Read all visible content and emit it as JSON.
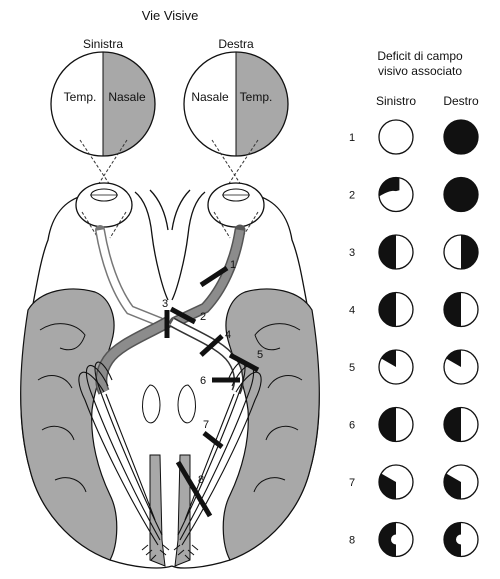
{
  "title": "Vie Visive",
  "fields": {
    "left": {
      "label": "Sinistra",
      "temporal": "Temp.",
      "nasal": "Nasale"
    },
    "right": {
      "label": "Destra",
      "nasal": "Nasale",
      "temporal": "Temp."
    }
  },
  "lesion_numbers": [
    "1",
    "2",
    "3",
    "4",
    "5",
    "6",
    "7",
    "8"
  ],
  "deficit_panel": {
    "title_line1": "Deficit di campo",
    "title_line2": "visivo associato",
    "col_left": "Sinistro",
    "col_right": "Destro",
    "rows": [
      {
        "label": "1",
        "left": "intact",
        "right": "full"
      },
      {
        "label": "2",
        "left": "upper-quadrant-partial",
        "right": "full"
      },
      {
        "label": "3",
        "left": "left-half",
        "right": "right-half"
      },
      {
        "label": "4",
        "left": "left-half",
        "right": "left-half"
      },
      {
        "label": "5",
        "left": "upper-left-quadrant",
        "right": "upper-left-quadrant"
      },
      {
        "label": "6",
        "left": "left-half",
        "right": "left-half"
      },
      {
        "label": "7",
        "left": "lower-left-quadrant",
        "right": "lower-left-quadrant"
      },
      {
        "label": "8",
        "left": "left-half-macular-sparing",
        "right": "left-half-macular-sparing"
      }
    ]
  },
  "colors": {
    "ink": "#111111",
    "gray": "#a8a8a8",
    "dark_gray": "#777777",
    "paper": "#ffffff"
  }
}
